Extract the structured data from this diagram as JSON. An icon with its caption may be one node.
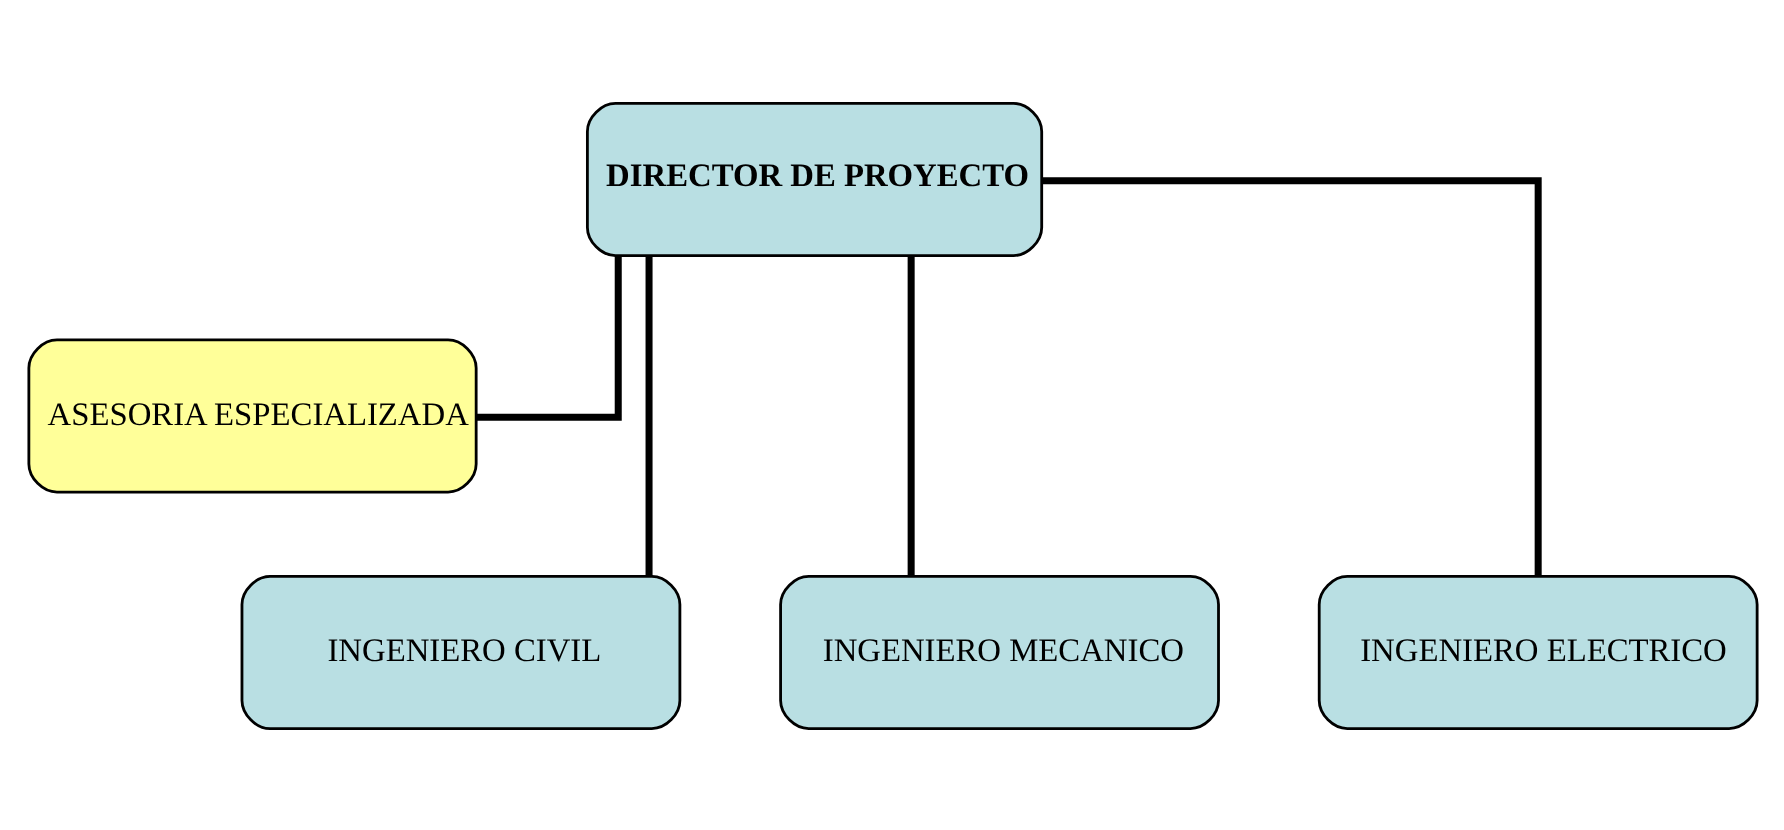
{
  "diagram": {
    "nodes": [
      {
        "text": [
          "DIRECTOR DE PROYECTO"
        ]
      },
      {
        "text": [
          "ASESORIA ESPECIALIZADA"
        ]
      },
      {
        "text": [
          "INGENIERO CIVIL"
        ]
      },
      {
        "text": [
          "INGENIERO MECANICO"
        ]
      },
      {
        "text": [
          "INGENIERO ELECTRICO"
        ]
      }
    ],
    "edges": [
      {
        "from": 0,
        "to": 1,
        "arrow": "none"
      },
      {
        "from": 0,
        "to": 2,
        "arrow": "none"
      },
      {
        "from": 0,
        "to": 3,
        "arrow": "none"
      },
      {
        "from": 0,
        "to": 4,
        "arrow": "none"
      }
    ]
  }
}
